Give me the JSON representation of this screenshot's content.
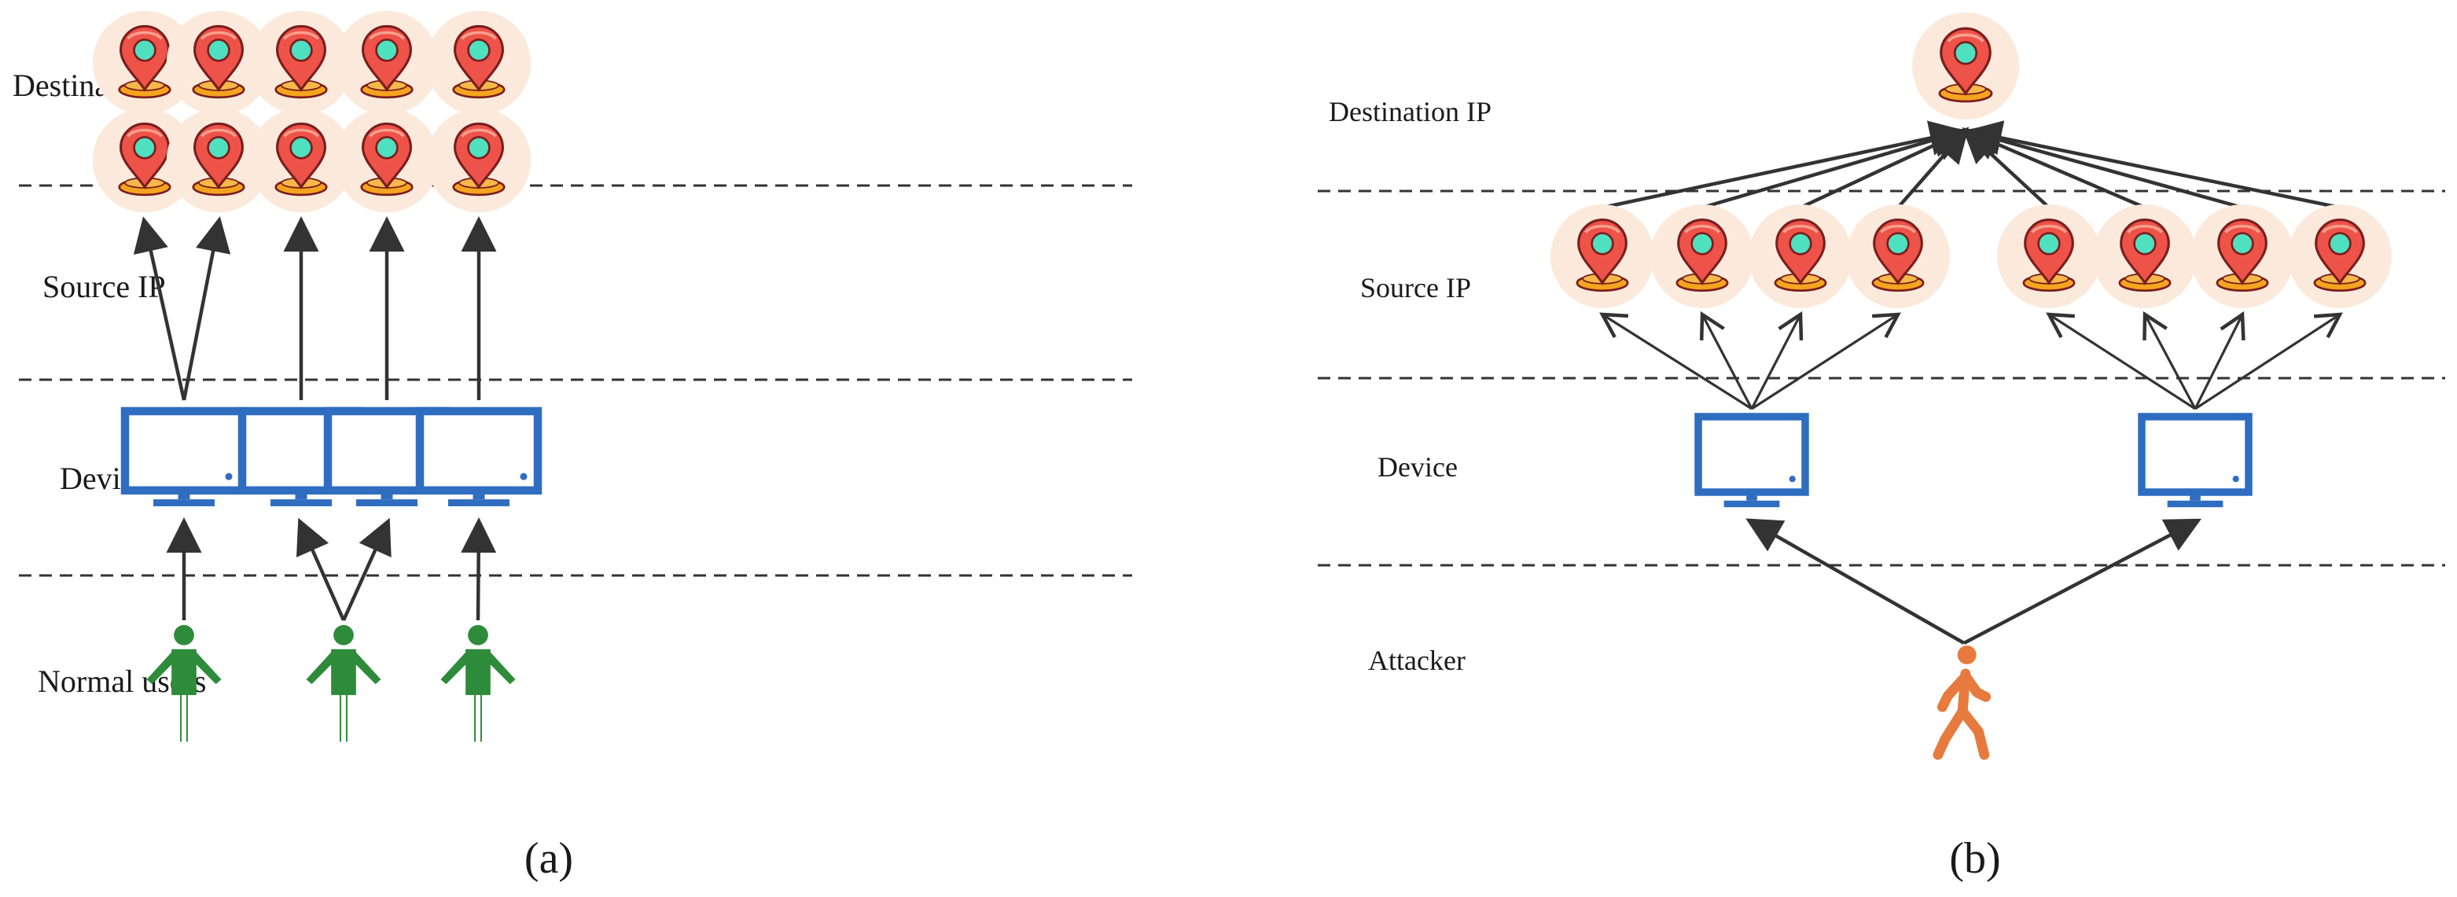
{
  "colors": {
    "pin_halo": "#fbeadb",
    "pin_body": "#ee5349",
    "pin_outline": "#7a1e1e",
    "pin_center": "#4fe0c0",
    "pin_base": "#f4a41f",
    "device": "#2f6dc1",
    "normal_user": "#2e8b3a",
    "attacker": "#e77a3e",
    "arrow": "#333333",
    "dashed_line": "#333333"
  },
  "icons": {
    "ip": "location-pin-icon",
    "device": "monitor-icon",
    "normal_user": "person-icon",
    "attacker": "walking-person-icon"
  },
  "panel_a": {
    "caption": "(a)",
    "labels": {
      "destination": "Destination IP",
      "source": "Source IP",
      "device": "Device",
      "users": "Normal users"
    },
    "destination_ips": 5,
    "source_ips": 5,
    "devices": 4,
    "users": 3,
    "links": {
      "source_to_destination": [
        [
          0,
          0
        ],
        [
          1,
          1
        ],
        [
          2,
          2
        ],
        [
          3,
          3
        ],
        [
          4,
          4
        ]
      ],
      "device_to_source": [
        [
          0,
          0
        ],
        [
          0,
          1
        ],
        [
          1,
          2
        ],
        [
          2,
          3
        ],
        [
          3,
          4
        ]
      ],
      "user_to_device": [
        [
          0,
          0
        ],
        [
          1,
          1
        ],
        [
          1,
          2
        ],
        [
          2,
          3
        ]
      ]
    }
  },
  "panel_b": {
    "caption": "(b)",
    "labels": {
      "destination": "Destination IP",
      "source": "Source IP",
      "device": "Device",
      "attacker": "Attacker"
    },
    "destination_ips": 1,
    "source_ips": 8,
    "devices": 2,
    "attackers": 1,
    "links": {
      "source_to_destination": [
        [
          0,
          0
        ],
        [
          1,
          0
        ],
        [
          2,
          0
        ],
        [
          3,
          0
        ],
        [
          4,
          0
        ],
        [
          5,
          0
        ],
        [
          6,
          0
        ],
        [
          7,
          0
        ]
      ],
      "device_to_source": [
        [
          0,
          0
        ],
        [
          0,
          1
        ],
        [
          0,
          2
        ],
        [
          0,
          3
        ],
        [
          1,
          4
        ],
        [
          1,
          5
        ],
        [
          1,
          6
        ],
        [
          1,
          7
        ]
      ],
      "attacker_to_device": [
        [
          0,
          0
        ],
        [
          0,
          1
        ]
      ]
    }
  }
}
